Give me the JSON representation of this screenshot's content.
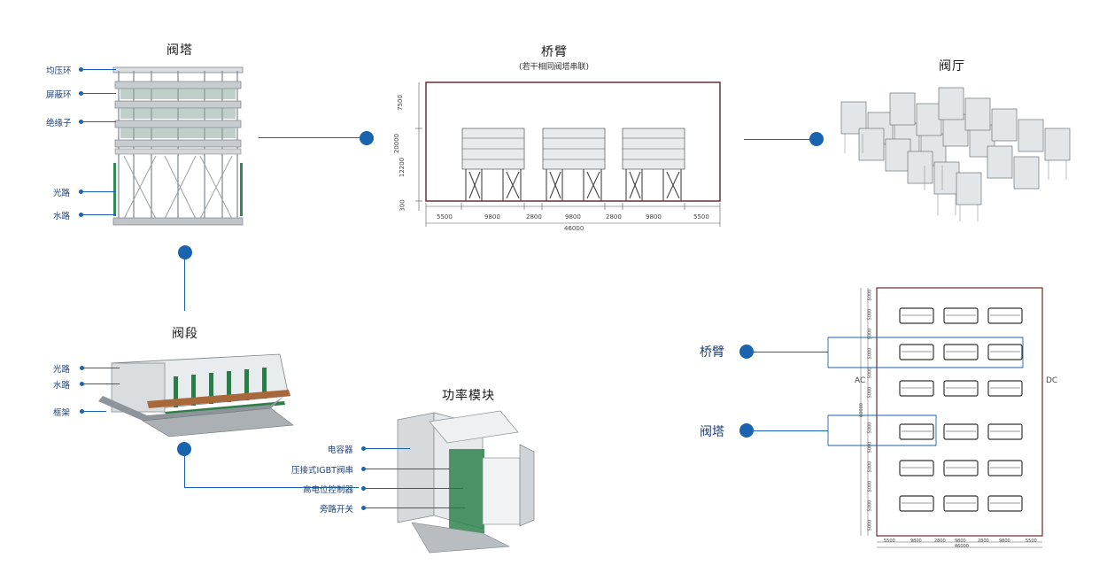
{
  "valve_tower": {
    "title": "阀塔",
    "labels": [
      "均压环",
      "屏蔽环",
      "绝缘子",
      "光路",
      "水路"
    ]
  },
  "bridge_arm": {
    "title": "桥臂",
    "subtitle": "(若干相同阀塔串联)",
    "vertical_dims": [
      "7500",
      "20000",
      "12200",
      "300"
    ],
    "horizontal_dims": [
      "5500",
      "9800",
      "2800",
      "9800",
      "2800",
      "9800",
      "5500"
    ],
    "total_dim": "46000"
  },
  "valve_hall": {
    "title": "阀厅"
  },
  "valve_section": {
    "title": "阀段",
    "labels": [
      "光路",
      "水路",
      "框架"
    ]
  },
  "power_module": {
    "title": "功率模块",
    "labels": [
      "电容器",
      "压接式IGBT阀串",
      "高电位控制器",
      "旁路开关"
    ]
  },
  "plan_view": {
    "labels": [
      "桥臂",
      "阀塔"
    ],
    "ac_label": "AC",
    "dc_label": "DC",
    "bottom_dims": [
      "5500",
      "9800",
      "2800",
      "9800",
      "2800",
      "9800",
      "5500"
    ],
    "total_dim": "46000",
    "side_dims": [
      "5000",
      "5000",
      "5000",
      "5000",
      "5000",
      "5000",
      "5000",
      "5000",
      "5000",
      "5000",
      "5000",
      "5000"
    ],
    "side_total": "60000"
  }
}
